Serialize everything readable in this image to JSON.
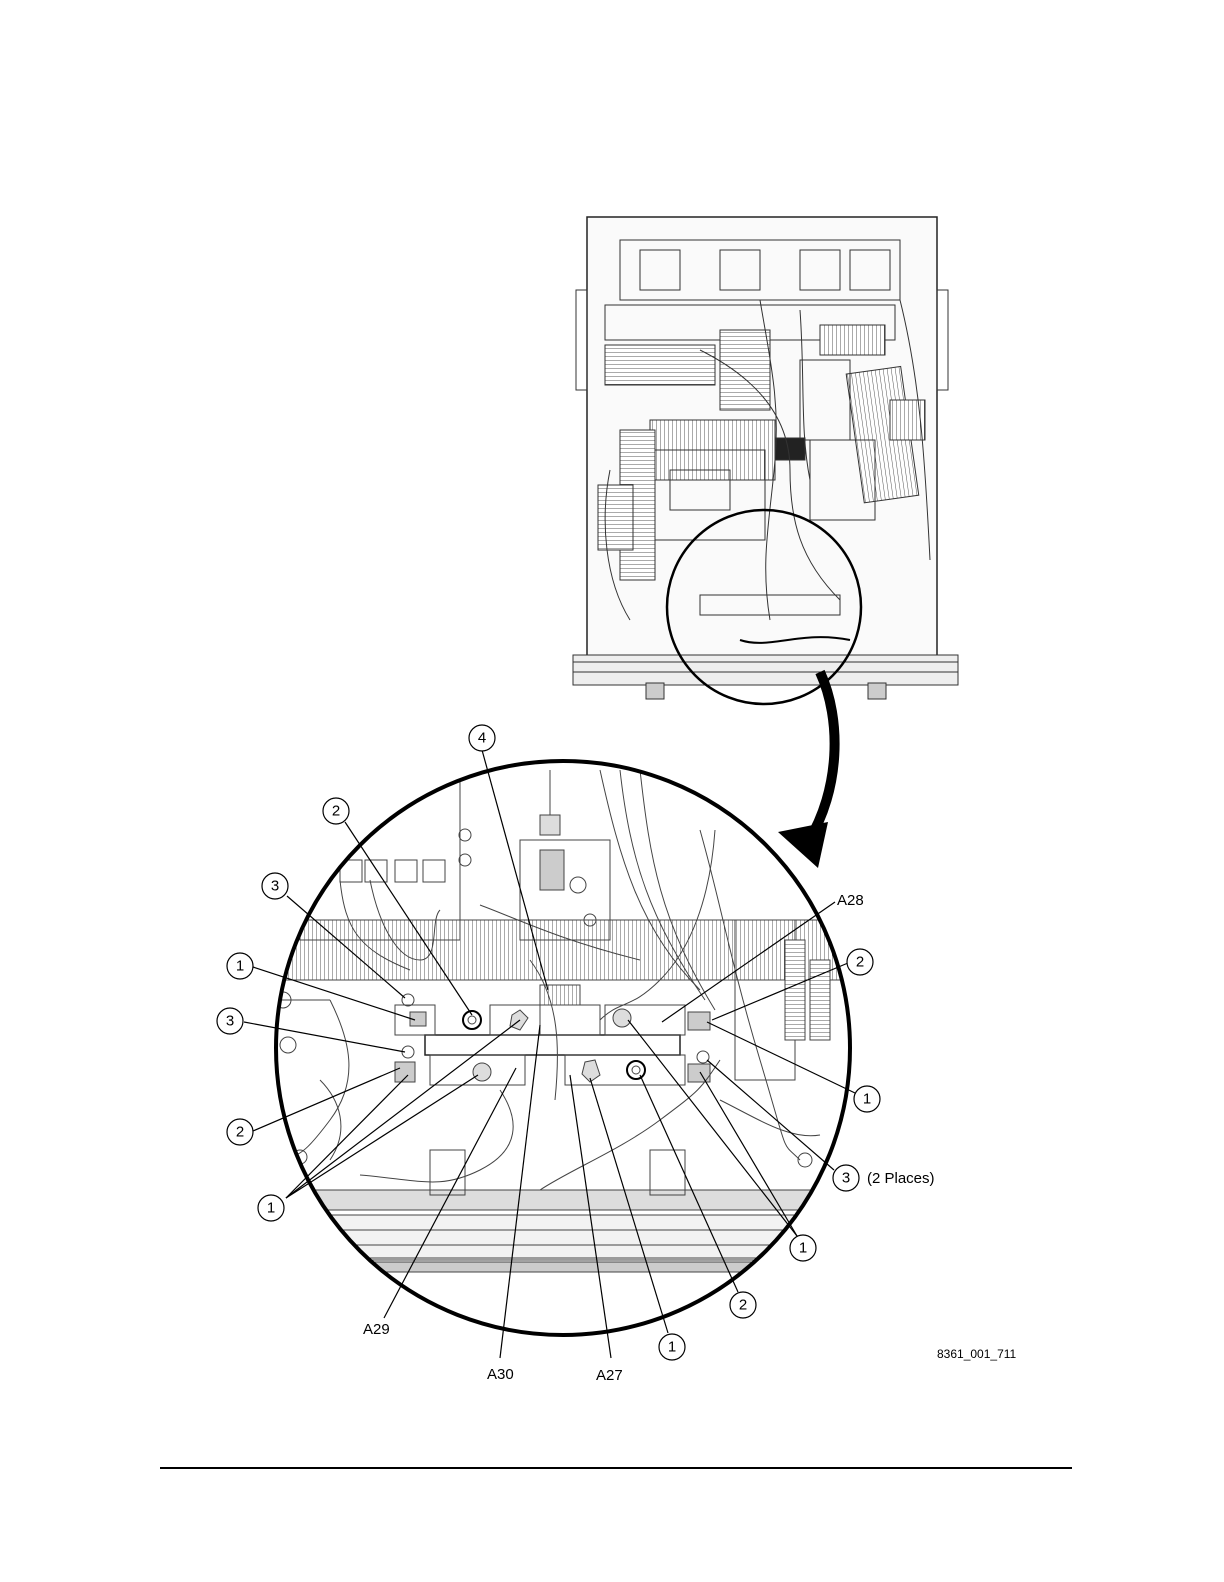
{
  "callouts": [
    {
      "num": "4"
    },
    {
      "num": "2"
    },
    {
      "num": "3"
    },
    {
      "num": "1"
    },
    {
      "num": "3"
    },
    {
      "num": "2"
    },
    {
      "num": "1"
    },
    {
      "num": "2"
    },
    {
      "num": "1"
    },
    {
      "num": "3"
    },
    {
      "num": "1"
    },
    {
      "num": "2"
    },
    {
      "num": "1"
    }
  ],
  "labels": {
    "a28": "A28",
    "a29": "A29",
    "a30": "A30",
    "a27": "A27",
    "places": "(2 Places)"
  },
  "figure_id": "8361_001_711"
}
